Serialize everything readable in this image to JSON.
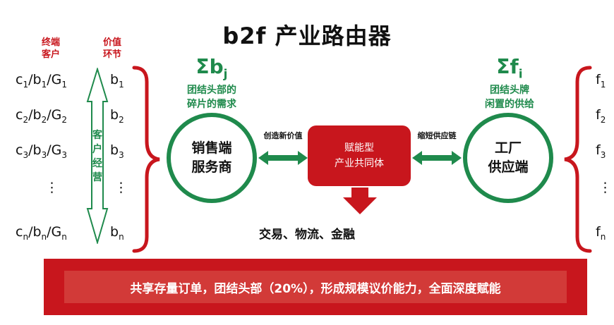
{
  "title": "b2f 产业路由器",
  "left": {
    "header_customer": [
      "终端",
      "客户"
    ],
    "header_value": [
      "价值",
      "环节"
    ],
    "rows": [
      {
        "c": "c",
        "b": "b",
        "g": "G",
        "idx": "1"
      },
      {
        "c": "c",
        "b": "b",
        "g": "G",
        "idx": "2"
      },
      {
        "c": "c",
        "b": "b",
        "g": "G",
        "idx": "3"
      },
      {
        "c": "c",
        "b": "b",
        "g": "G",
        "idx": "n"
      }
    ],
    "b_col": [
      {
        "b": "b",
        "idx": "1"
      },
      {
        "b": "b",
        "idx": "2"
      },
      {
        "b": "b",
        "idx": "3"
      },
      {
        "b": "b",
        "idx": "n"
      }
    ],
    "dots": "⋮",
    "arrow_text": [
      "客",
      "户",
      "经",
      "营"
    ]
  },
  "sigma_b": {
    "symbol": "Σb",
    "sub": "j",
    "line1": "团结头部的",
    "line2": "碎片的需求"
  },
  "sigma_f": {
    "symbol": "Σf",
    "sub": "i",
    "line1": "团结头牌",
    "line2": "闲置的供给"
  },
  "circle_left": [
    "销售端",
    "服务商"
  ],
  "circle_right": [
    "工厂",
    "供应端"
  ],
  "center": [
    "赋能型",
    "产业共同体"
  ],
  "link_left": "创造新价值",
  "link_right": "缩短供应链",
  "deals": "交易、物流、金融",
  "right_col": [
    {
      "f": "f",
      "idx": "1"
    },
    {
      "f": "f",
      "idx": "2"
    },
    {
      "f": "f",
      "idx": "3"
    },
    {
      "f": "f",
      "idx": "n"
    }
  ],
  "banner": "共享存量订单，团结头部（20%），形成规模议价能力，全面深度赋能",
  "colors": {
    "red": "#c8161d",
    "green": "#1f8a4c"
  }
}
